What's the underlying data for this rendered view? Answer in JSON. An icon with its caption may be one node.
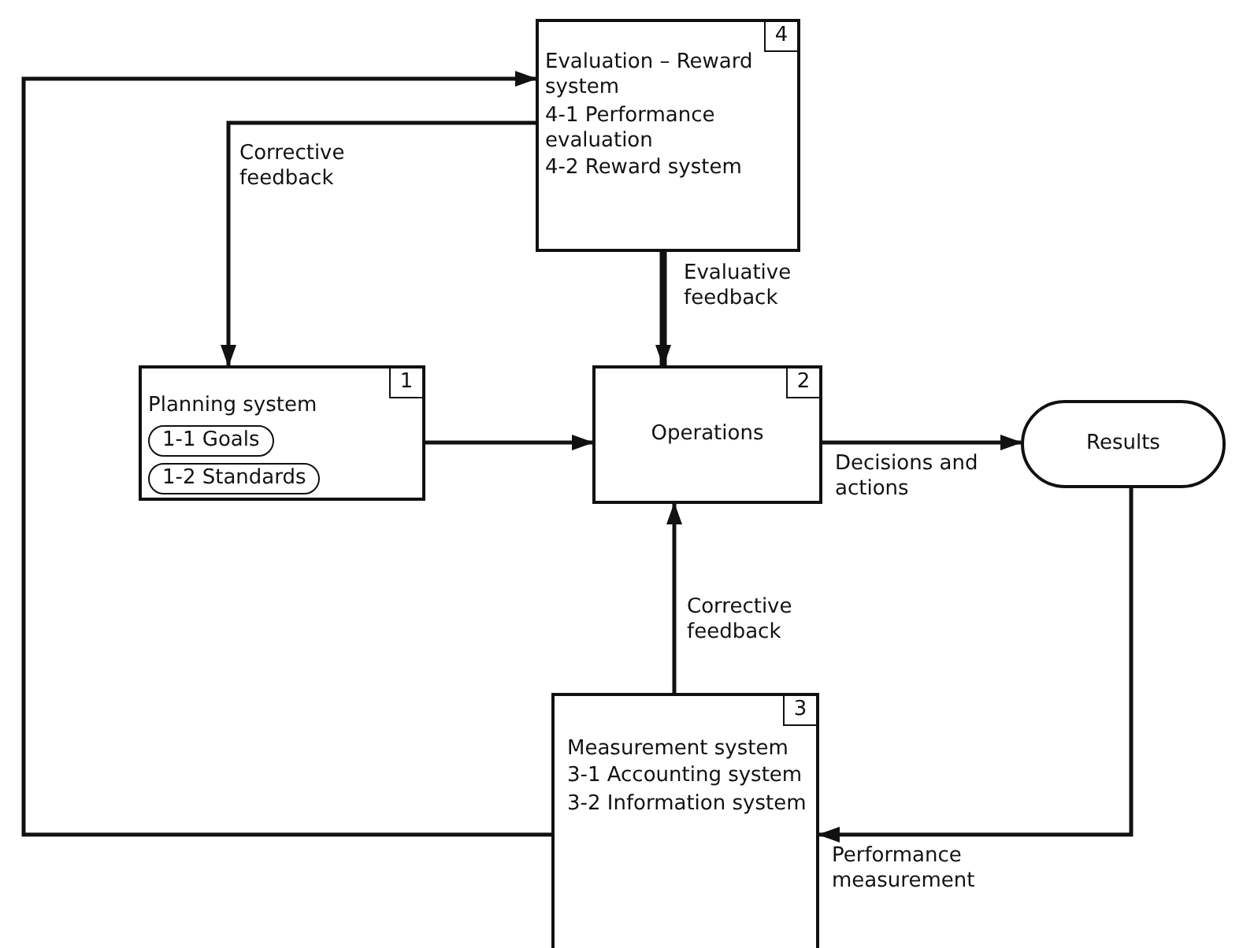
{
  "diagram": {
    "nodes": [
      {
        "text": [
          "4",
          "Evaluation – Reward system",
          "4-1 Performance evaluation",
          "4-2 Reward system"
        ]
      },
      {
        "text": [
          "1",
          "Planning system"
        ]
      },
      {
        "text": [
          "1-1 Goals"
        ],
        "in": 1
      },
      {
        "text": [
          "1-2 Standards"
        ],
        "in": 1
      },
      {
        "text": [
          "2",
          "Operations"
        ]
      },
      {
        "text": [
          "Results"
        ]
      },
      {
        "text": [
          "3",
          "Measurement system",
          "3-1 Accounting system",
          "3-2 Information system"
        ]
      }
    ],
    "edges": [
      {
        "from": 6,
        "to": 0,
        "arrow": "to"
      },
      {
        "from": 0,
        "to": 1,
        "arrow": "to",
        "label": "Corrective feedback"
      },
      {
        "from": 0,
        "to": 4,
        "arrow": "to",
        "label": "Evaluative feedback",
        "style": "thick"
      },
      {
        "from": 1,
        "to": 4,
        "arrow": "to"
      },
      {
        "from": 6,
        "to": 4,
        "arrow": "to",
        "label": "Corrective feedback"
      },
      {
        "from": 4,
        "to": 5,
        "arrow": "to",
        "label": "Decisions and actions"
      },
      {
        "from": 5,
        "to": 6,
        "arrow": "to",
        "label": "Performance measurement"
      }
    ]
  }
}
